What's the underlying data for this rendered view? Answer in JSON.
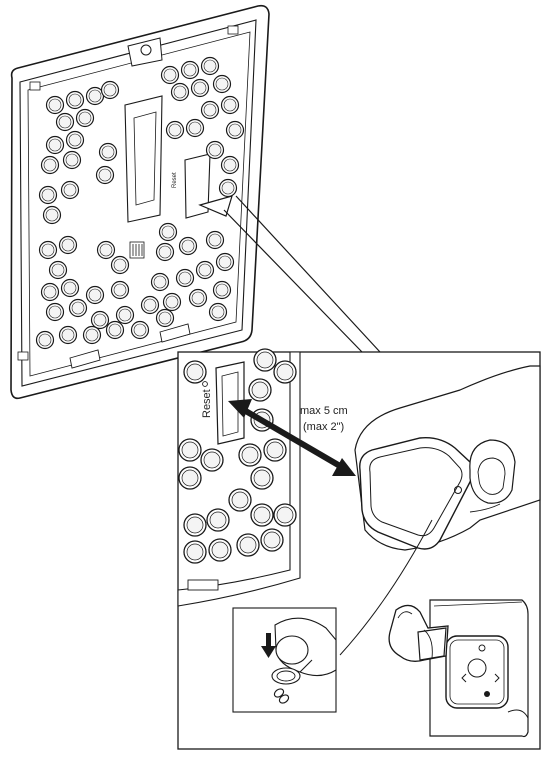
{
  "labels": {
    "reset": "Reset",
    "distance_cm": "max 5 cm",
    "distance_in": "(max 2\")"
  },
  "colors": {
    "line": "#1a1a1a",
    "panel": "#ffffff",
    "holes": "#f4f4f4"
  },
  "icons": {
    "pairing": "card-with-thumbs-icon",
    "press": "down-arrow-icon",
    "manual": "manual-icon"
  }
}
